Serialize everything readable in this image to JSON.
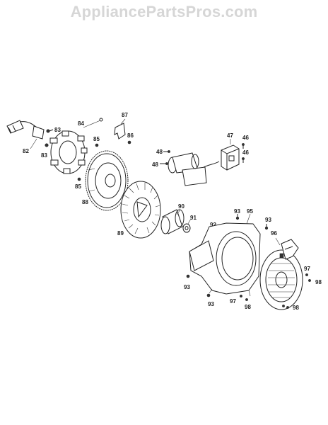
{
  "watermark": "AppliancePartsPros.com",
  "labels": {
    "p82": "82",
    "p83a": "83",
    "p83b": "83",
    "p84": "84",
    "p85a": "85",
    "p85b": "85",
    "p86": "86",
    "p87": "87",
    "p88": "88",
    "p89": "89",
    "p90": "90",
    "p91": "91",
    "p92": "92",
    "p93a": "93",
    "p93b": "93",
    "p93c": "93",
    "p93d": "93",
    "p95": "95",
    "p96": "96",
    "p97a": "97",
    "p97b": "97",
    "p98a": "98",
    "p98b": "98",
    "p98c": "98",
    "p47": "47",
    "p46a": "46",
    "p46b": "46",
    "p48a": "48",
    "p48b": "48"
  },
  "colors": {
    "line": "#222222",
    "watermark": "#d6d6d6"
  }
}
